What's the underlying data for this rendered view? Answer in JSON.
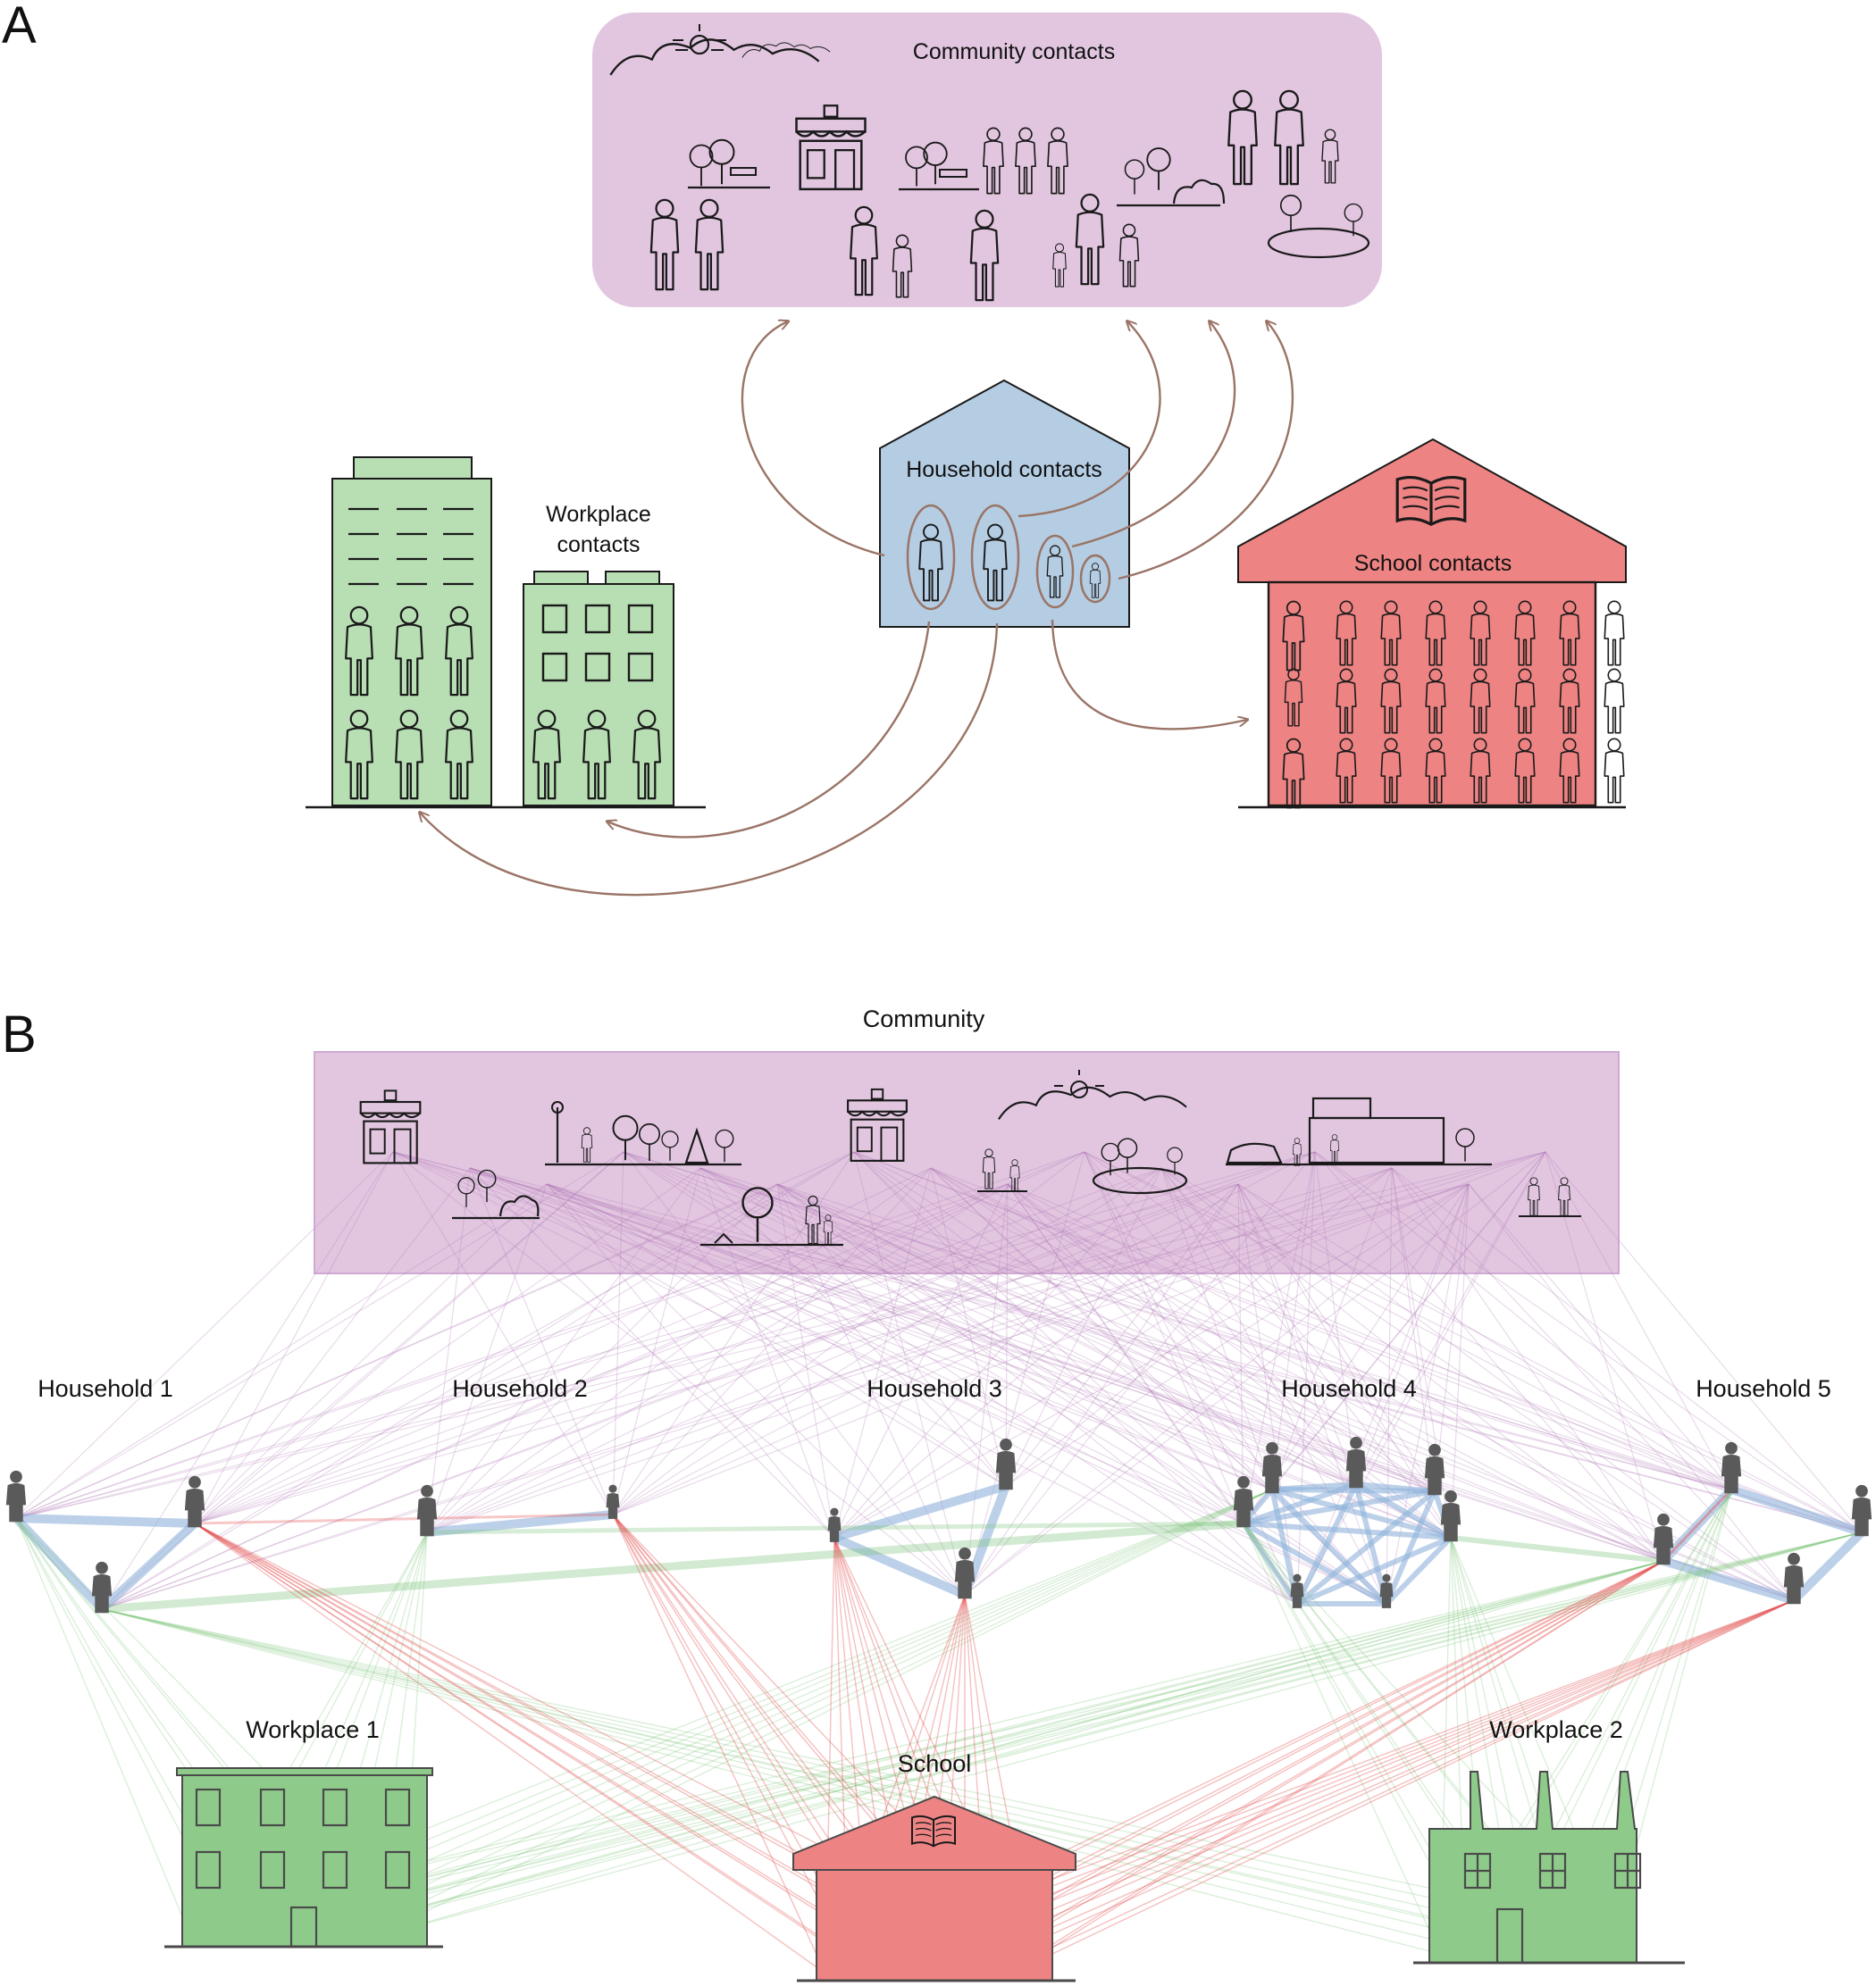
{
  "panel_a": {
    "panel_label": "A",
    "community_title": "Community contacts",
    "household_title": "Household contacts",
    "workplace_title_line1": "Workplace",
    "workplace_title_line2": "contacts",
    "school_title": "School contacts"
  },
  "panel_b": {
    "panel_label": "B",
    "community_title": "Community",
    "households": [
      "Household 1",
      "Household 2",
      "Household 3",
      "Household 4",
      "Household 5"
    ],
    "workplace1": "Workplace 1",
    "workplace2": "Workplace 2",
    "school": "School"
  },
  "colors": {
    "community": "#e2c6e0",
    "community_edge": "#b07ab8",
    "household": "#b4cde3",
    "household_edge": "#8fb3da",
    "workplace": "#b8deb4",
    "workplace_b": "#8ecb8a",
    "workplace_edge": "#7cc47a",
    "school": "#ee8383",
    "school_edge": "#e34a4a",
    "arrow": "#9a7466",
    "ink": "#1a1a1a",
    "node": "#5a5a5a"
  }
}
